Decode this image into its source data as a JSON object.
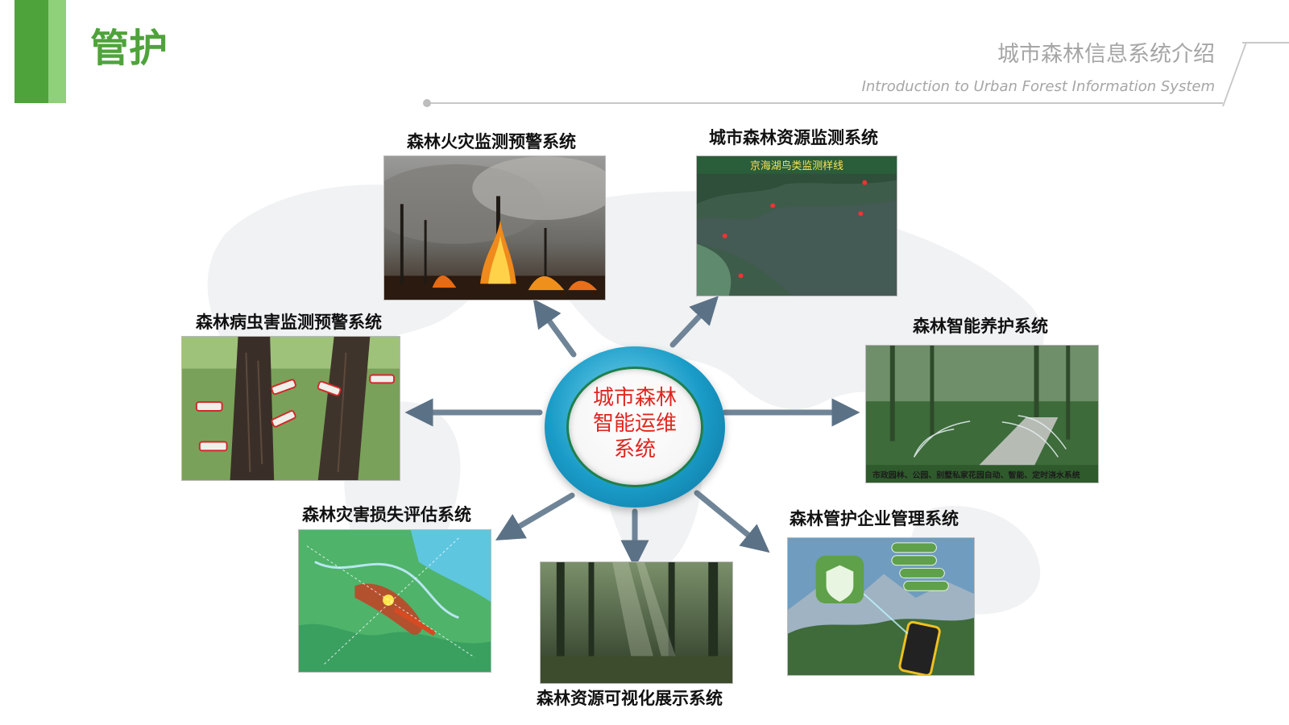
{
  "header": {
    "page_title": "管护",
    "deck_title": "城市森林信息系统介绍",
    "deck_subtitle": "Introduction to Urban Forest Information System"
  },
  "hub": {
    "lines": [
      "城市森林",
      "智能运维",
      "系统"
    ]
  },
  "nodes": {
    "fire": {
      "label": "森林火灾监测预警系统"
    },
    "resource_monitor": {
      "label": "城市森林资源监测系统",
      "image_caption": "京海湖鸟类监测样线"
    },
    "pest": {
      "label": "森林病虫害监测预警系统"
    },
    "smart_care": {
      "label": "森林智能养护系统",
      "image_caption": "市政园林、公园、别墅私家花园自动、智能、定时浇水系统"
    },
    "disaster": {
      "label": "森林灾害损失评估系统"
    },
    "visualization": {
      "label": "森林资源可视化展示系统"
    },
    "enterprise": {
      "label": "森林管护企业管理系统"
    }
  },
  "colors": {
    "brand_green": "#4ea33a",
    "brand_green_light": "#8fd07a",
    "hub_text": "#e0261f",
    "arrow": "#5b7186",
    "header_gray": "#a6a6a6"
  }
}
